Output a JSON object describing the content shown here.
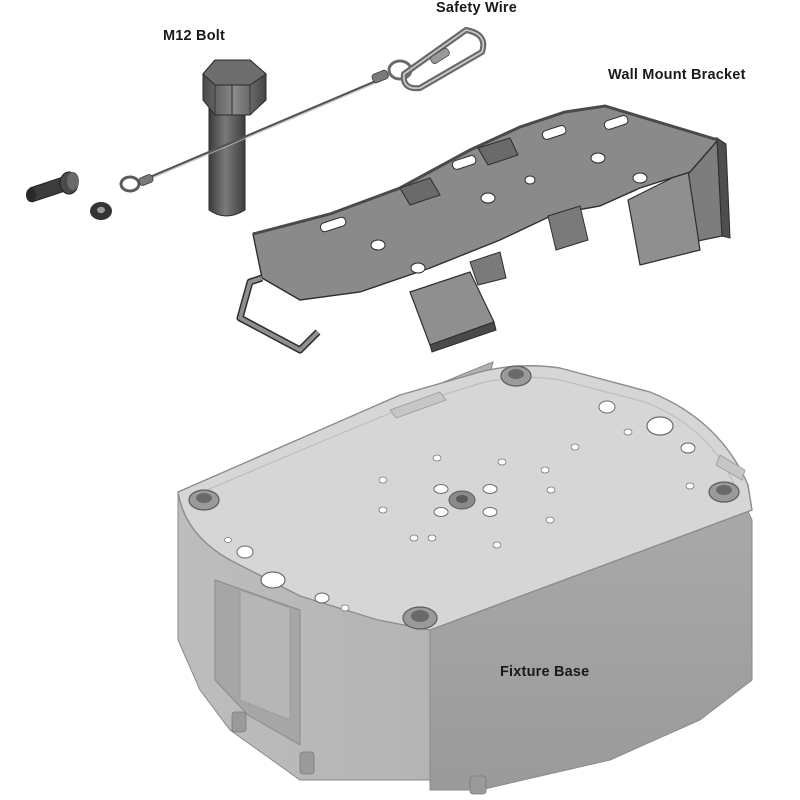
{
  "labels": {
    "bolt": "M12 Bolt",
    "safety_wire": "Safety Wire",
    "bracket": "Wall Mount Bracket",
    "fixture_base": "Fixture Base"
  },
  "colors": {
    "metal_dark": "#5a5a5a",
    "metal_face": "#8c8c8c",
    "base_body": "#b9b9b9",
    "base_top": "#d6d6d6",
    "outline": "#2e2e2e"
  }
}
